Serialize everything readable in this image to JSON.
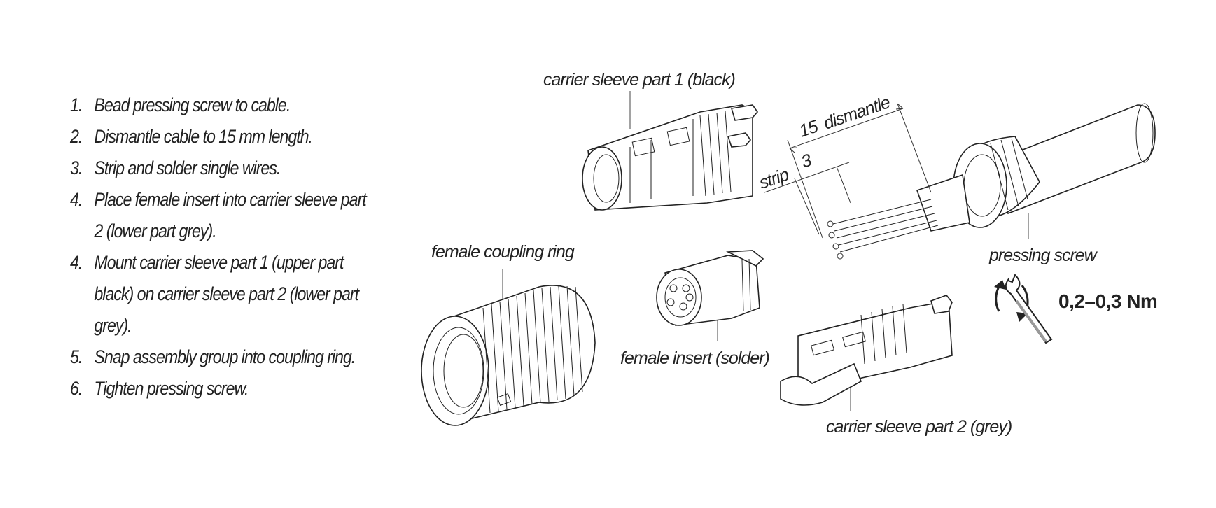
{
  "instructions": [
    {
      "num": "1.",
      "text": "Bead pressing screw to cable."
    },
    {
      "num": "2.",
      "text": "Dismantle cable to 15 mm length."
    },
    {
      "num": "3.",
      "text": "Strip and solder single wires."
    },
    {
      "num": "4.",
      "text": "Place female insert into carrier sleeve part 2 (lower part grey)."
    },
    {
      "num": "4.",
      "text": "Mount carrier sleeve part 1 (upper part black) on carrier sleeve part 2 (lower part grey)."
    },
    {
      "num": "5.",
      "text": "Snap assembly group into coupling ring."
    },
    {
      "num": "6.",
      "text": "Tighten pressing screw."
    }
  ],
  "labels": {
    "carrier_sleeve_1": "carrier sleeve part 1 (black)",
    "female_coupling_ring": "female coupling ring",
    "female_insert": "female insert (solder)",
    "carrier_sleeve_2": "carrier sleeve part 2 (grey)",
    "pressing_screw": "pressing screw"
  },
  "dimensions": {
    "dismantle_value": "15",
    "dismantle_label": "dismantle",
    "strip_value": "3",
    "strip_label": "strip"
  },
  "torque": {
    "value": "0,2–0,3 Nm",
    "icon": "wrench-torque-icon"
  }
}
